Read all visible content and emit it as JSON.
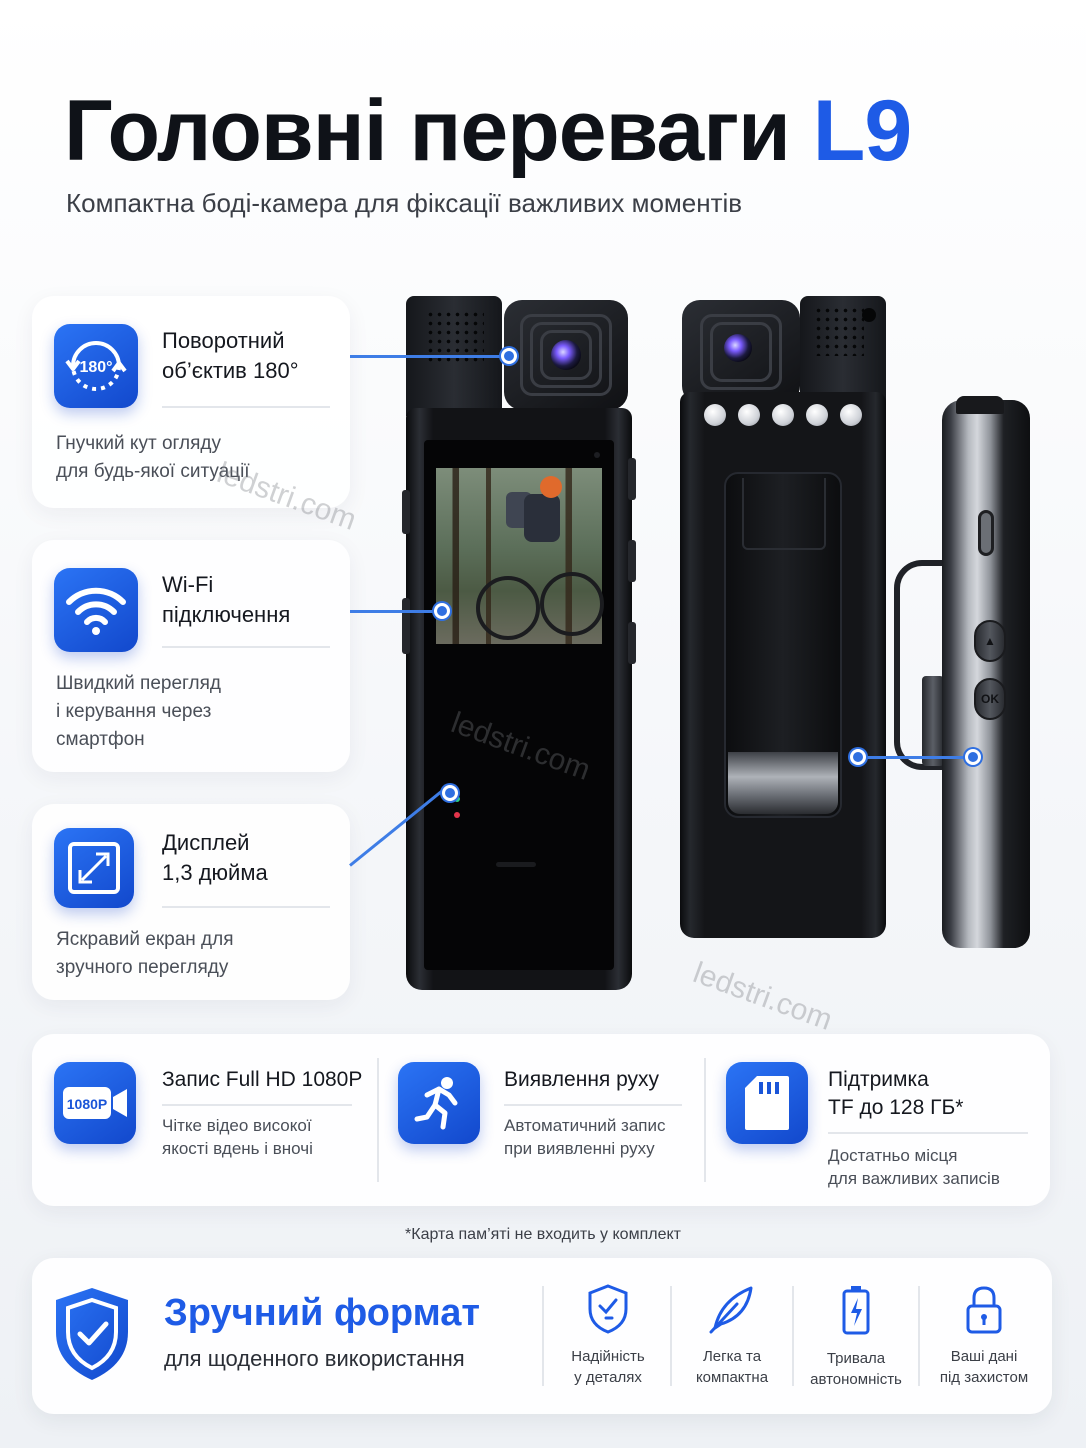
{
  "header": {
    "title_main": "Головні переваги",
    "title_accent": "L9",
    "subtitle": "Компактна боді-камера для фіксації важливих моментів"
  },
  "features_left": [
    {
      "icon_text": "180°",
      "icon": "rotate-180-icon",
      "title_line1": "Поворотний",
      "title_line2": "об’єктив 180°",
      "desc_line1": "Гнучкий кут огляду",
      "desc_line2": "для будь-якої ситуації"
    },
    {
      "icon": "wifi-icon",
      "title_line1": "Wi-Fi",
      "title_line2": "підключення",
      "desc_line1": "Швидкий перегляд",
      "desc_line2": "і керування через",
      "desc_line3": "смартфон"
    },
    {
      "icon": "screen-resize-icon",
      "title_line1": "Дисплей",
      "title_line2": "1,3 дюйма",
      "desc_line1": "Яскравий екран для",
      "desc_line2": "зручного перегляду"
    }
  ],
  "watermark": "ledstri.com",
  "side_buttons": {
    "up": "▲",
    "ok": "OK"
  },
  "features_row": [
    {
      "icon": "video-camera-icon",
      "icon_text": "1080P",
      "title": "Запис Full HD 1080P",
      "desc_line1": "Чітке відео високої",
      "desc_line2": "якості вдень і вночі"
    },
    {
      "icon": "running-person-icon",
      "title": "Виявлення руху",
      "desc_line1": "Автоматичний запис",
      "desc_line2": "при виявленні руху"
    },
    {
      "icon": "sd-card-icon",
      "title_line1": "Підтримка",
      "title_line2": "TF до 128 ГБ*",
      "desc_line1": "Достатньо місця",
      "desc_line2": "для важливих записів"
    }
  ],
  "footnote": "*Карта пам’яті не входить у комплект",
  "banner": {
    "icon": "shield-check-icon",
    "title": "Зручний формат",
    "subtitle": "для щоденного використання",
    "items": [
      {
        "icon": "shield-bolt-icon",
        "line1": "Надійність",
        "line2": "у деталях"
      },
      {
        "icon": "feather-icon",
        "line1": "Легка та",
        "line2": "компактна"
      },
      {
        "icon": "battery-icon",
        "line1": "Тривала",
        "line2": "автономність"
      },
      {
        "icon": "lock-icon",
        "line1": "Ваші дані",
        "line2": "під захистом"
      }
    ]
  },
  "colors": {
    "accent": "#1e5be6",
    "icon_gradient_start": "#2b74f5",
    "icon_gradient_end": "#1248cc",
    "connector": "#3e7de6"
  }
}
